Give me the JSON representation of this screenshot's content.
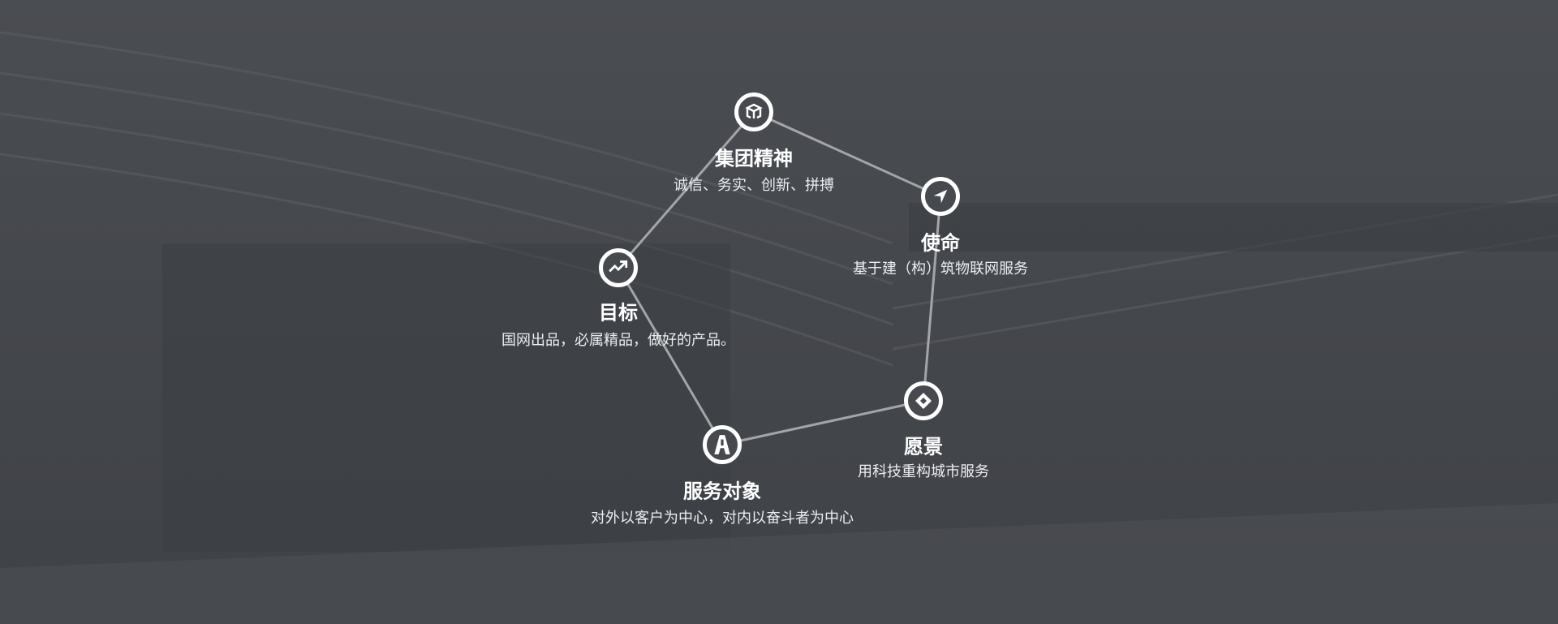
{
  "nodes": [
    {
      "id": "spirit",
      "icon": "cube-icon",
      "title": "集团精神",
      "subtitle": "诚信、务实、创新、拼搏"
    },
    {
      "id": "mission",
      "icon": "navigation-arrow-icon",
      "title": "使命",
      "subtitle": "基于建（构）筑物联网服务"
    },
    {
      "id": "goal",
      "icon": "trending-up-icon",
      "title": "目标",
      "subtitle": "国网出品，必属精品，做好的产品。"
    },
    {
      "id": "service",
      "icon": "road-a-icon",
      "title": "服务对象",
      "subtitle": "对外以客户为中心，对内以奋斗者为中心"
    },
    {
      "id": "vision",
      "icon": "diamond-icon",
      "title": "愿景",
      "subtitle": "用科技重构城市服务"
    }
  ],
  "colors": {
    "line": "#a3a5a8",
    "background": "#46494e"
  }
}
